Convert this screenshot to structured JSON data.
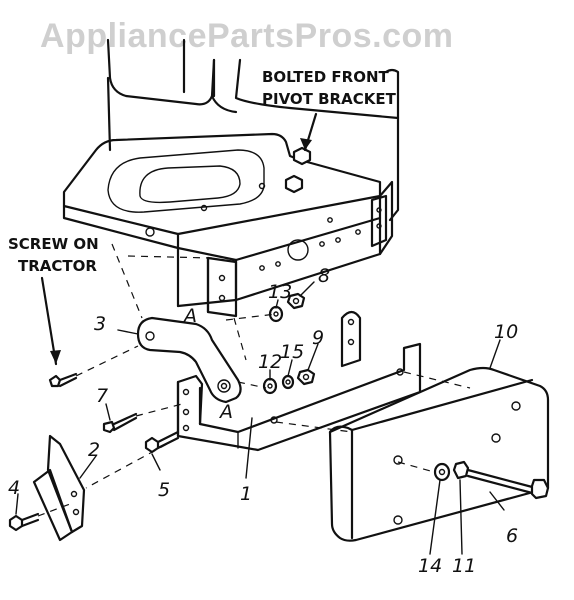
{
  "watermark": "AppliancePartsPros.com",
  "callouts": {
    "pivot_bracket": [
      "BOLTED FRONT",
      "PIVOT BRACKET"
    ],
    "screw_on_tractor": [
      "SCREW ON",
      "TRACTOR"
    ]
  },
  "reference_letters": {
    "upper_a": "A",
    "lower_a": "A"
  },
  "part_numbers": {
    "p1": "1",
    "p2": "2",
    "p3": "3",
    "p4": "4",
    "p5": "5",
    "p6": "6",
    "p7": "7",
    "p8": "8",
    "p9": "9",
    "p10": "10",
    "p11": "11",
    "p12": "12",
    "p13": "13",
    "p14": "14",
    "p15": "15"
  }
}
